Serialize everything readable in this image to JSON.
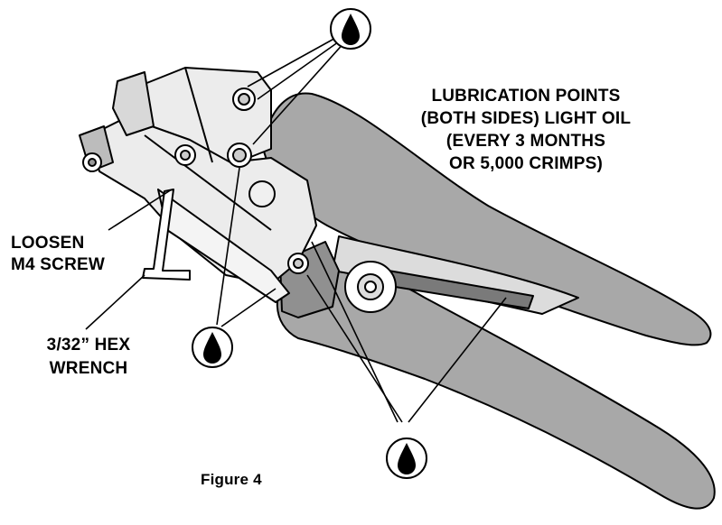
{
  "diagram": {
    "lubrication_note": {
      "lines": [
        "LUBRICATION POINTS",
        "(BOTH SIDES)  LIGHT OIL",
        "(EVERY 3 MONTHS",
        "OR 5,000 CRIMPS)"
      ]
    },
    "loosen_note": {
      "lines": [
        "LOOSEN",
        "M4 SCREW"
      ]
    },
    "wrench_note": {
      "lines": [
        "3/32” HEX",
        "WRENCH"
      ]
    },
    "caption": "Figure 4",
    "oil_drop_icons": [
      "oil-drop-icon",
      "oil-drop-icon",
      "oil-drop-icon"
    ],
    "colors": {
      "tool_fill": "#a8a8a8",
      "metal_fill": "#ececec",
      "line": "#000000"
    }
  }
}
